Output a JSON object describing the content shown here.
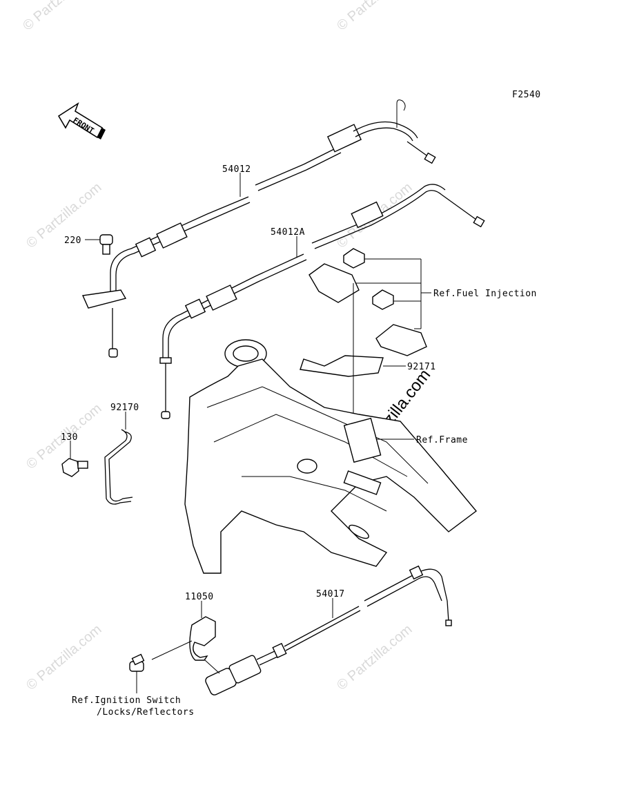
{
  "diagram": {
    "figure_code": "F2540",
    "front_label": "FRONT",
    "watermark_text": "© Partzilla.com"
  },
  "callouts": {
    "throttle_cable_open": "54012",
    "throttle_cable_close": "54012A",
    "bolt_220": "220",
    "clamp_92170": "92170",
    "bolt_130": "130",
    "bracket_92171": "92171",
    "ref_fuel_injection": "Ref.Fuel Injection",
    "ref_frame": "Ref.Frame",
    "bracket_11050": "11050",
    "choke_cable_54017": "54017",
    "ref_ignition_line1": "Ref.Ignition Switch",
    "ref_ignition_line2": "/Locks/Reflectors"
  }
}
